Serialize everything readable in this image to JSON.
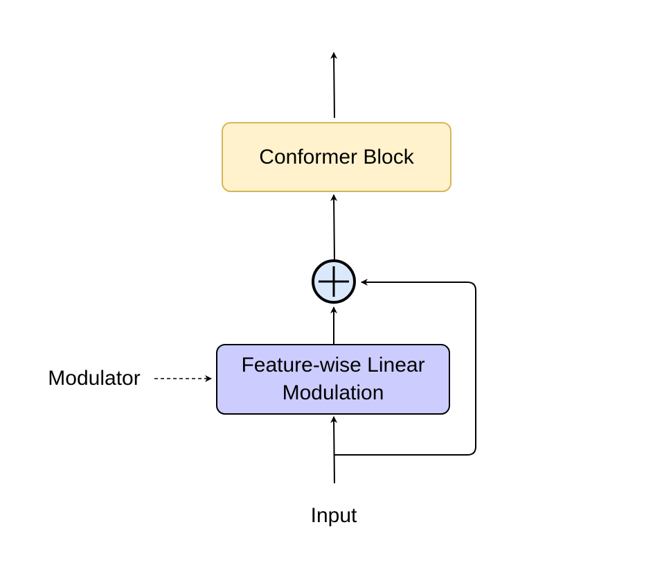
{
  "nodes": {
    "conformer_block": {
      "label": "Conformer Block",
      "fill": "#fff2cc",
      "stroke": "#d6b656"
    },
    "film": {
      "label_line1": "Feature-wise Linear",
      "label_line2": "Modulation",
      "fill": "#ccccff",
      "stroke": "#000000"
    },
    "sum": {
      "symbol": "+",
      "fill": "#dae8fc",
      "stroke": "#000000"
    }
  },
  "labels": {
    "input": "Input",
    "modulator": "Modulator"
  },
  "edges": [
    {
      "from": "input",
      "to": "film",
      "style": "solid"
    },
    {
      "from": "input",
      "to": "sum",
      "style": "solid",
      "kind": "residual"
    },
    {
      "from": "modulator",
      "to": "film",
      "style": "dashed"
    },
    {
      "from": "film",
      "to": "sum",
      "style": "solid"
    },
    {
      "from": "sum",
      "to": "conformer_block",
      "style": "solid"
    },
    {
      "from": "conformer_block",
      "to": "output",
      "style": "solid"
    }
  ]
}
